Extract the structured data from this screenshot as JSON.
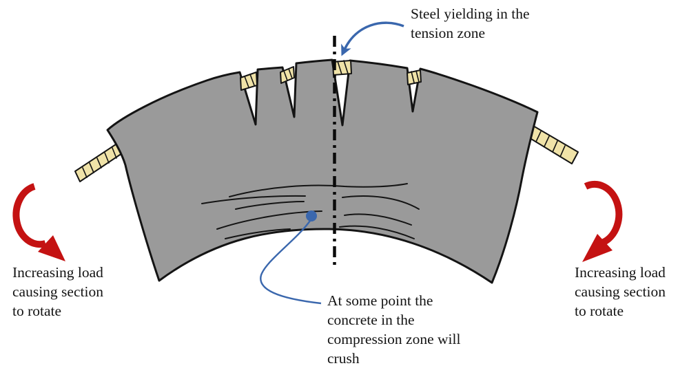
{
  "labels": {
    "steel_yielding": "Steel yielding in the\ntension zone",
    "increasing_load_left": "Increasing load\ncausing section\nto rotate",
    "increasing_load_right": "Increasing load\ncausing section\nto rotate",
    "concrete_crush": "At some point the\nconcrete in the\ncompression zone will\ncrush"
  },
  "colors": {
    "concrete": "#9a9a9a",
    "outline": "#141414",
    "rebar": "#f0e3a8",
    "arrow_red": "#c41212",
    "annotation_blue": "#3a67ad",
    "text": "#141414",
    "background": "#ffffff"
  }
}
